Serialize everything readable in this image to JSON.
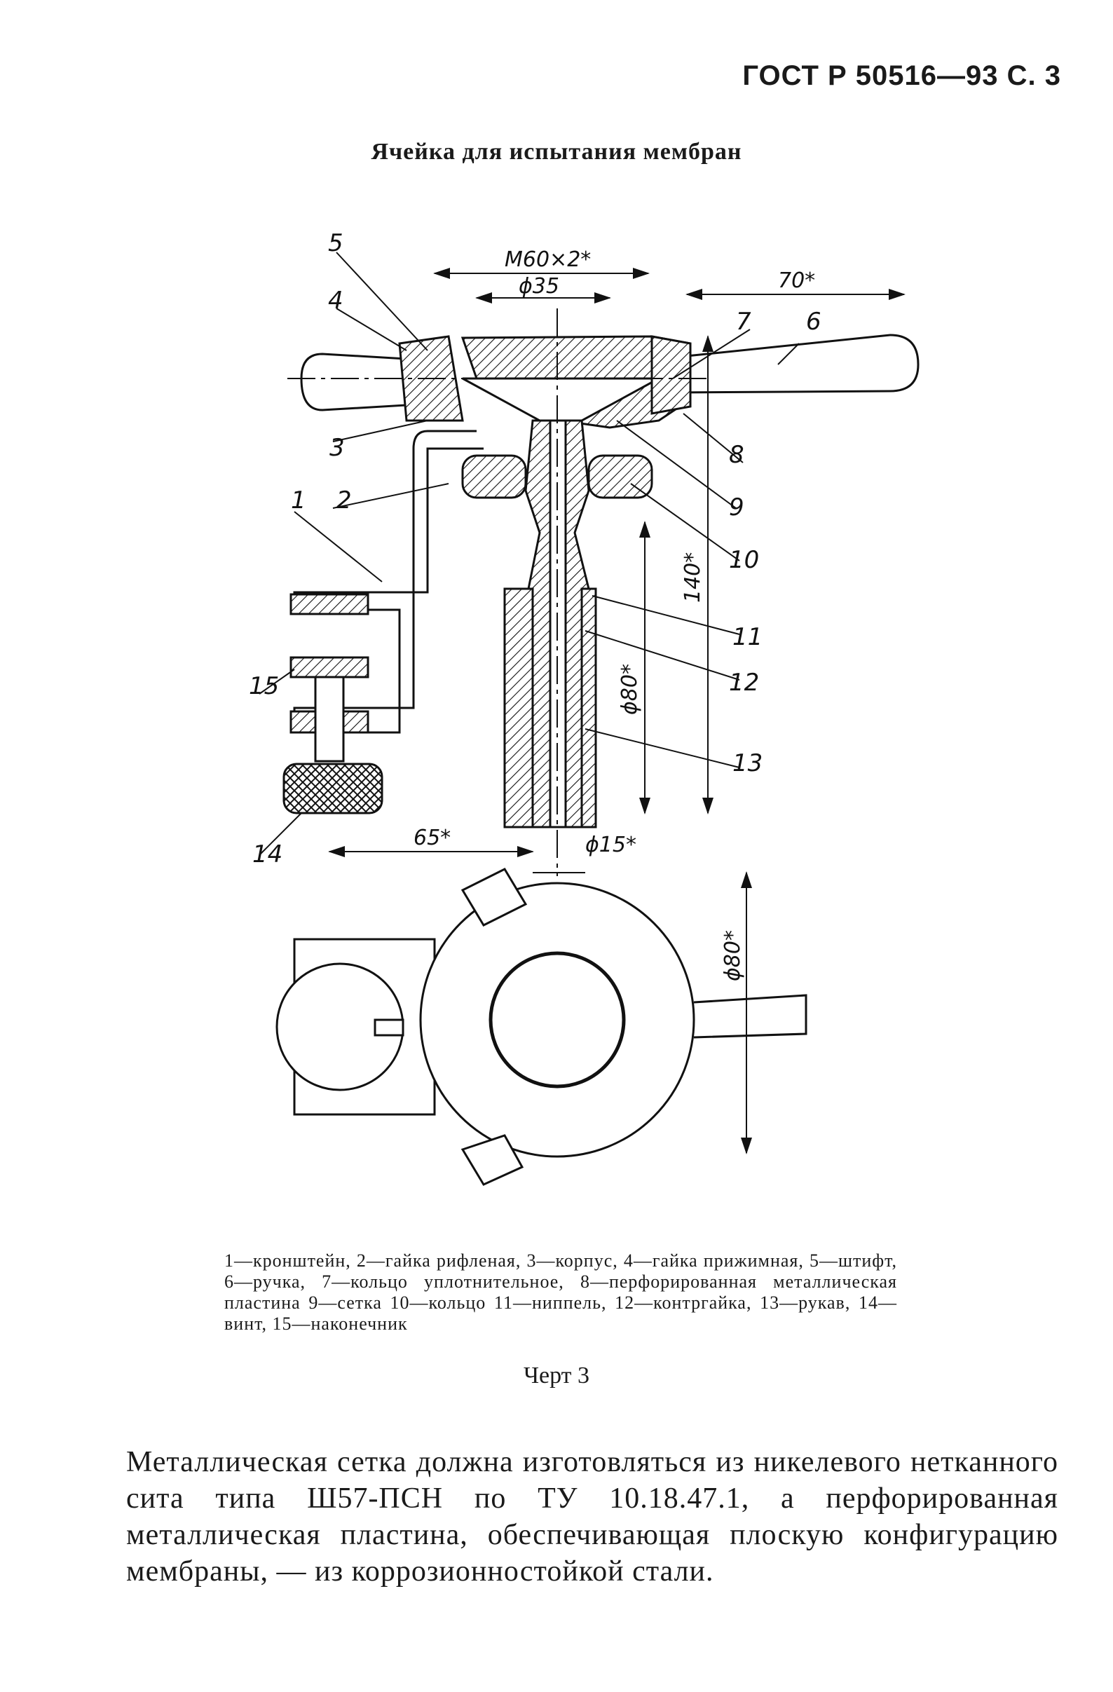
{
  "header": "ГОСТ Р 50516—93 С. 3",
  "title": "Ячейка для испытания мембран",
  "drawing": {
    "callouts": [
      "1",
      "2",
      "3",
      "4",
      "5",
      "6",
      "7",
      "8",
      "9",
      "10",
      "11",
      "12",
      "13",
      "14",
      "15"
    ],
    "dimensions": {
      "m60": "M60×2*",
      "d35": "ϕ35",
      "l70": "70*",
      "l140": "140*",
      "d80_side": "ϕ80*",
      "l65": "65*",
      "d15": "ϕ15*",
      "d80_plan": "ϕ80*"
    }
  },
  "caption": "1—кронштейн, 2—гайка рифленая, 3—корпус, 4—гайка прижимная, 5—штифт, 6—ручка, 7—кольцо уплотнительное, 8—перфорированная металлическая пластина 9—сетка 10—кольцо 11—ниппель, 12—контргайка, 13—рукав, 14—винт, 15—наконечник",
  "figure_label": "Черт 3",
  "body_text": "Металлическая сетка должна изготовляться из никелевого нетканного сита типа Ш57-ПСН по ТУ 10.18.47.1, а перфорированная металлическая пластина, обеспечивающая плоскую конфигурацию мембраны, — из коррозионностойкой стали."
}
